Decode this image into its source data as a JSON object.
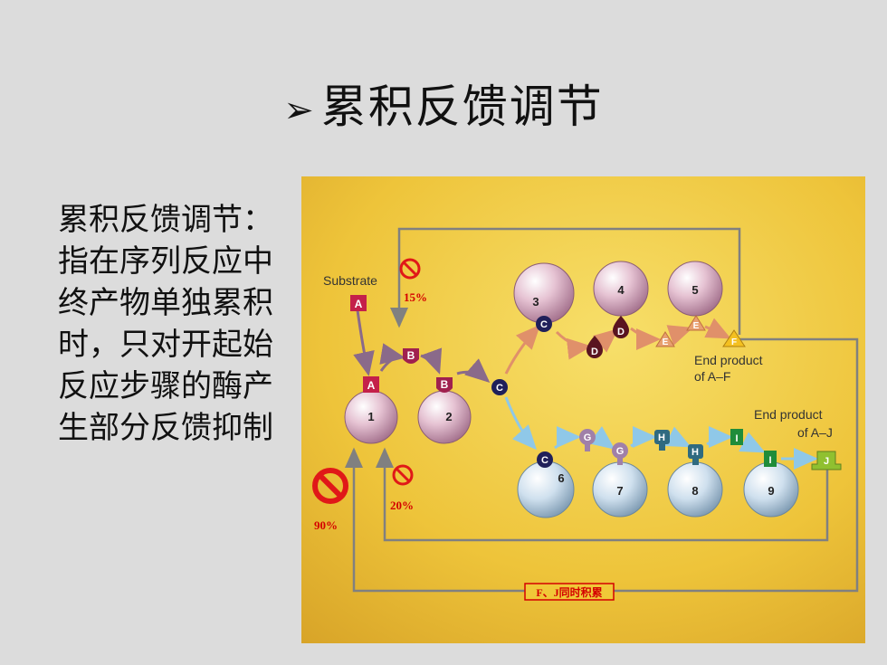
{
  "slide": {
    "title_marker": "➢",
    "title": "累积反馈调节"
  },
  "description": {
    "lines": [
      "累积反馈调节：",
      "指在序列反应中",
      "终产物单独累积",
      "时，只对开起始",
      "反应步骤的酶产",
      "生部分反馈抑制"
    ]
  },
  "diagram": {
    "substrate_label": "Substrate",
    "end_product_af_line1": "End product",
    "end_product_af_line2": "of A–F",
    "end_product_aj_line1": "End product",
    "end_product_aj_line2": "of A–J",
    "inhibition_pct_b": "15%",
    "inhibition_pct_a_20": "20%",
    "inhibition_pct_a_90": "90%",
    "combined_label": "F、J同时积累",
    "enzymes": [
      "1",
      "2",
      "3",
      "4",
      "5",
      "6",
      "7",
      "8",
      "9"
    ],
    "metabolites": [
      "A",
      "B",
      "C",
      "D",
      "E",
      "F",
      "G",
      "H",
      "I",
      "J"
    ],
    "colors": {
      "background": "#f0c838",
      "inhibit_red": "#e01818",
      "pct_red": "#d40000",
      "flow_gray": "#808080",
      "upper_arrow": "#e0906a",
      "lower_arrow": "#8fc8e8"
    }
  }
}
